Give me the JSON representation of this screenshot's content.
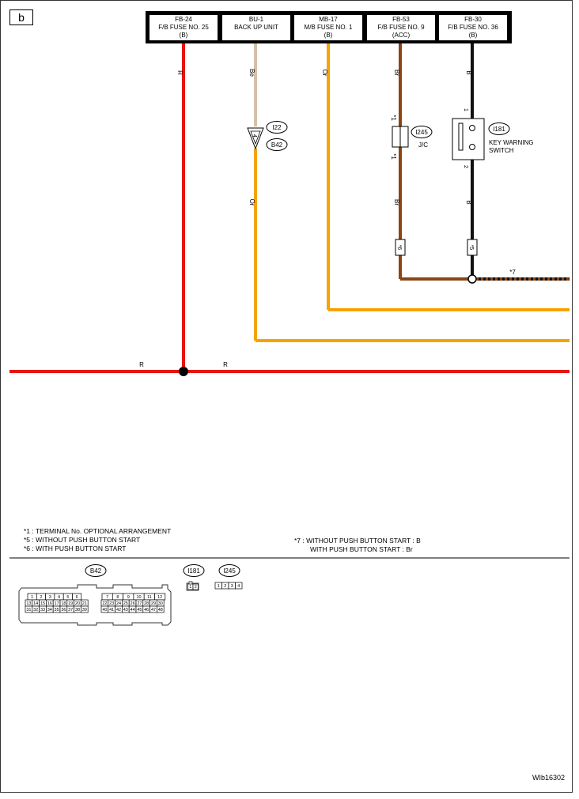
{
  "page_tag": "b",
  "fuse_boxes": [
    {
      "line1": "FB-24",
      "line2": "F/B FUSE NO. 25",
      "line3": "(B)"
    },
    {
      "line1": "BU-1",
      "line2": "BACK UP UNIT",
      "line3": ""
    },
    {
      "line1": "MB-17",
      "line2": "M/B FUSE NO. 1",
      "line3": "(B)"
    },
    {
      "line1": "FB-53",
      "line2": "F/B FUSE NO. 9",
      "line3": "(ACC)"
    },
    {
      "line1": "FB-30",
      "line2": "F/B FUSE NO. 36",
      "line3": "(B)"
    }
  ],
  "wire_labels": {
    "r_vertical": "R",
    "be": "Be",
    "or_upper": "Or",
    "or_lower": "Or",
    "br_upper": "Br",
    "br_lower": "Br",
    "b_upper": "B",
    "b_lower": "B",
    "r_left": "R",
    "r_right": "R"
  },
  "connectors": {
    "i22": "I22",
    "b42": "B42",
    "pin4": "4",
    "i245": "I245",
    "jc": "J/C",
    "star1_upper": "*1",
    "star1_lower": "*1",
    "i181": "I181",
    "key_switch_line1": "KEY WARNING",
    "key_switch_line2": "SWITCH",
    "pin1": "1",
    "pin2": "2",
    "star6": "*6",
    "star5": "*5",
    "star7": "*7"
  },
  "colors": {
    "red": "#e8140f",
    "orange": "#f5a300",
    "beige": "#d4c2a8",
    "brown": "#8b4513",
    "black": "#111111"
  },
  "notes": [
    {
      "key": "*1",
      "text": " : TERMINAL No. OPTIONAL ARRANGEMENT"
    },
    {
      "key": "*5",
      "text": " : WITHOUT PUSH BUTTON START"
    },
    {
      "key": "*6",
      "text": " : WITH PUSH BUTTON START"
    }
  ],
  "note7": {
    "key": "*7",
    "line1": " : WITHOUT PUSH BUTTON START  : B",
    "line2": "WITH PUSH BUTTON START  : Br"
  },
  "connector_views": {
    "b42_label": "B42",
    "i181_label": "I181",
    "i245_label": "I245",
    "b42_pins": {
      "left_row1": [
        "1",
        "2",
        "3",
        "4",
        "5",
        "6"
      ],
      "left_row2": [
        "13",
        "14",
        "15",
        "16",
        "17",
        "18",
        "19",
        "20",
        "21"
      ],
      "left_row3": [
        "31",
        "32",
        "33",
        "34",
        "35",
        "36",
        "37",
        "38",
        "39"
      ],
      "right_row1": [
        "7",
        "8",
        "9",
        "10",
        "11",
        "12"
      ],
      "right_row2": [
        "22",
        "23",
        "24",
        "25",
        "26",
        "27",
        "28",
        "29",
        "30"
      ],
      "right_row3": [
        "40",
        "41",
        "42",
        "43",
        "44",
        "45",
        "46",
        "47",
        "48"
      ]
    },
    "i181_pins": [
      "1",
      "2"
    ],
    "i245_pins": [
      "1",
      "2",
      "3",
      "4"
    ]
  },
  "figure_id": "WIb16302"
}
